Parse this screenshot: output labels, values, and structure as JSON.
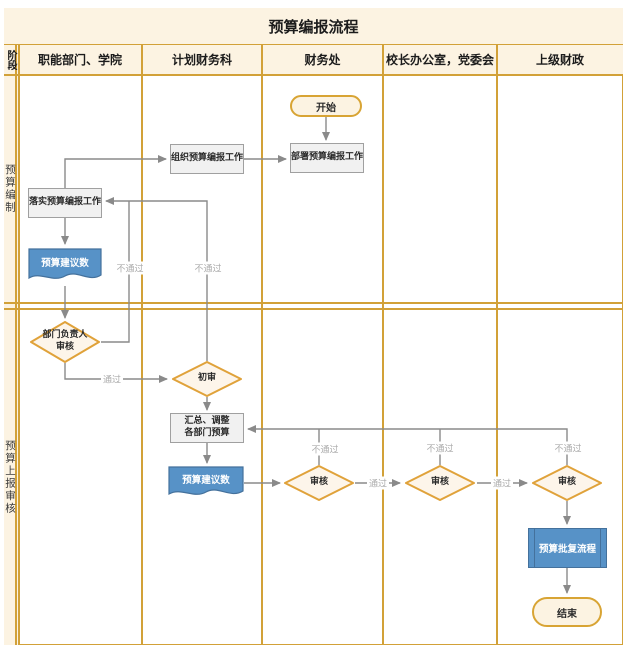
{
  "title": "预算编报流程",
  "header": {
    "stage_column": "阶段",
    "columns": [
      "职能部门、学院",
      "计划财务科",
      "财务处",
      "校长办公室，党委会",
      "上级财政"
    ]
  },
  "stages": [
    {
      "label": "预算编制"
    },
    {
      "label": "预算上报审核"
    }
  ],
  "nodes": {
    "start": "开始",
    "deploy": "部署预算编报工作",
    "organize": "组织预算编报工作",
    "implement": "落实预算编报工作",
    "budget_proposal_1": "预算建议数",
    "dept_head_review": {
      "line1": "部门负责人",
      "line2": "审核"
    },
    "initial_review": "初审",
    "summarize": {
      "line1": "汇总、调整",
      "line2": "各部门预算"
    },
    "budget_proposal_2": "预算建议数",
    "review_finance_office": "审核",
    "review_president_office": "审核",
    "review_superior_finance": "审核",
    "approval_process": "预算批复流程",
    "end": "结束"
  },
  "edge_labels": {
    "pass": "通过",
    "fail": "不通过"
  },
  "colors": {
    "grid_border": "#d2a138",
    "cell_cream": "#fcf3e2",
    "shape_cream_fill": "#fdf5ea",
    "shape_orange_border": "#e0a23a",
    "process_fill": "#f1f1f1",
    "process_border": "#a0a0a0",
    "blue_fill": "#5792c7",
    "blue_border": "#44719c",
    "connector_gray": "#8a8a8a",
    "edge_label_gray": "#ababab"
  }
}
